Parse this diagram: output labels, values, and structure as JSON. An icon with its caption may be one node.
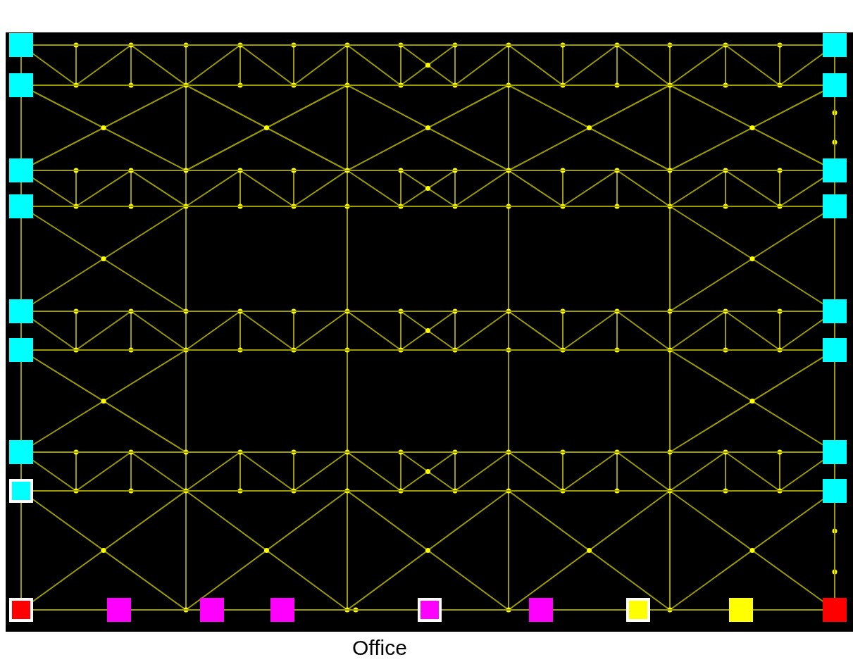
{
  "diagram": {
    "nodes": [
      {
        "text": [],
        "shape": "box"
      },
      {
        "text": [],
        "shape": "box"
      },
      {
        "text": [],
        "shape": "box"
      },
      {
        "text": [],
        "shape": "box"
      },
      {
        "text": [],
        "shape": "box"
      },
      {
        "text": [],
        "shape": "box"
      },
      {
        "text": [],
        "shape": "box"
      },
      {
        "text": [],
        "shape": "box"
      },
      {
        "text": [],
        "shape": "box"
      },
      {
        "text": [],
        "shape": "box"
      },
      {
        "text": [],
        "shape": "box"
      },
      {
        "text": [],
        "shape": "box"
      },
      {
        "text": [],
        "shape": "box"
      },
      {
        "text": [],
        "shape": "box"
      },
      {
        "text": [],
        "shape": "box"
      },
      {
        "text": [],
        "shape": "box"
      },
      {
        "text": [],
        "shape": "box"
      },
      {
        "text": [],
        "shape": "box"
      },
      {
        "text": [],
        "shape": "box"
      },
      {
        "text": [],
        "shape": "box"
      },
      {
        "text": [],
        "shape": "box"
      },
      {
        "text": [],
        "shape": "box"
      },
      {
        "text": [],
        "shape": "box"
      },
      {
        "text": [],
        "shape": "box"
      },
      {
        "text": [],
        "shape": "box"
      }
    ],
    "edges": [
      {
        "from": 0,
        "to": 9,
        "arrow": "none"
      },
      {
        "from": 1,
        "to": 10,
        "arrow": "none"
      },
      {
        "from": 2,
        "to": 11,
        "arrow": "none"
      },
      {
        "from": 3,
        "to": 12,
        "arrow": "none"
      },
      {
        "from": 4,
        "to": 13,
        "arrow": "none"
      },
      {
        "from": 5,
        "to": 14,
        "arrow": "none"
      },
      {
        "from": 6,
        "to": 15,
        "arrow": "none"
      },
      {
        "from": 7,
        "to": 16,
        "arrow": "none"
      },
      {
        "from": 0,
        "to": 1,
        "arrow": "none"
      },
      {
        "from": 1,
        "to": 2,
        "arrow": "none"
      },
      {
        "from": 2,
        "to": 3,
        "arrow": "none"
      },
      {
        "from": 3,
        "to": 4,
        "arrow": "none"
      },
      {
        "from": 4,
        "to": 5,
        "arrow": "none"
      },
      {
        "from": 5,
        "to": 6,
        "arrow": "none"
      },
      {
        "from": 6,
        "to": 7,
        "arrow": "none"
      },
      {
        "from": 7,
        "to": 8,
        "arrow": "none"
      },
      {
        "from": 9,
        "to": 10,
        "arrow": "none"
      },
      {
        "from": 10,
        "to": 11,
        "arrow": "none"
      },
      {
        "from": 11,
        "to": 12,
        "arrow": "none"
      },
      {
        "from": 12,
        "to": 13,
        "arrow": "none"
      },
      {
        "from": 13,
        "to": 14,
        "arrow": "none"
      },
      {
        "from": 14,
        "to": 15,
        "arrow": "none"
      },
      {
        "from": 15,
        "to": 16,
        "arrow": "none"
      },
      {
        "from": 16,
        "to": 17,
        "arrow": "none"
      },
      {
        "from": 8,
        "to": 18,
        "arrow": "none"
      },
      {
        "from": 18,
        "to": 19,
        "arrow": "none"
      },
      {
        "from": 19,
        "to": 20,
        "arrow": "none"
      },
      {
        "from": 20,
        "to": 21,
        "arrow": "none"
      },
      {
        "from": 21,
        "to": 22,
        "arrow": "none"
      },
      {
        "from": 22,
        "to": 23,
        "arrow": "none"
      },
      {
        "from": 23,
        "to": 24,
        "arrow": "none"
      },
      {
        "from": 24,
        "to": 17,
        "arrow": "none"
      }
    ],
    "labels": [
      "Office"
    ]
  }
}
